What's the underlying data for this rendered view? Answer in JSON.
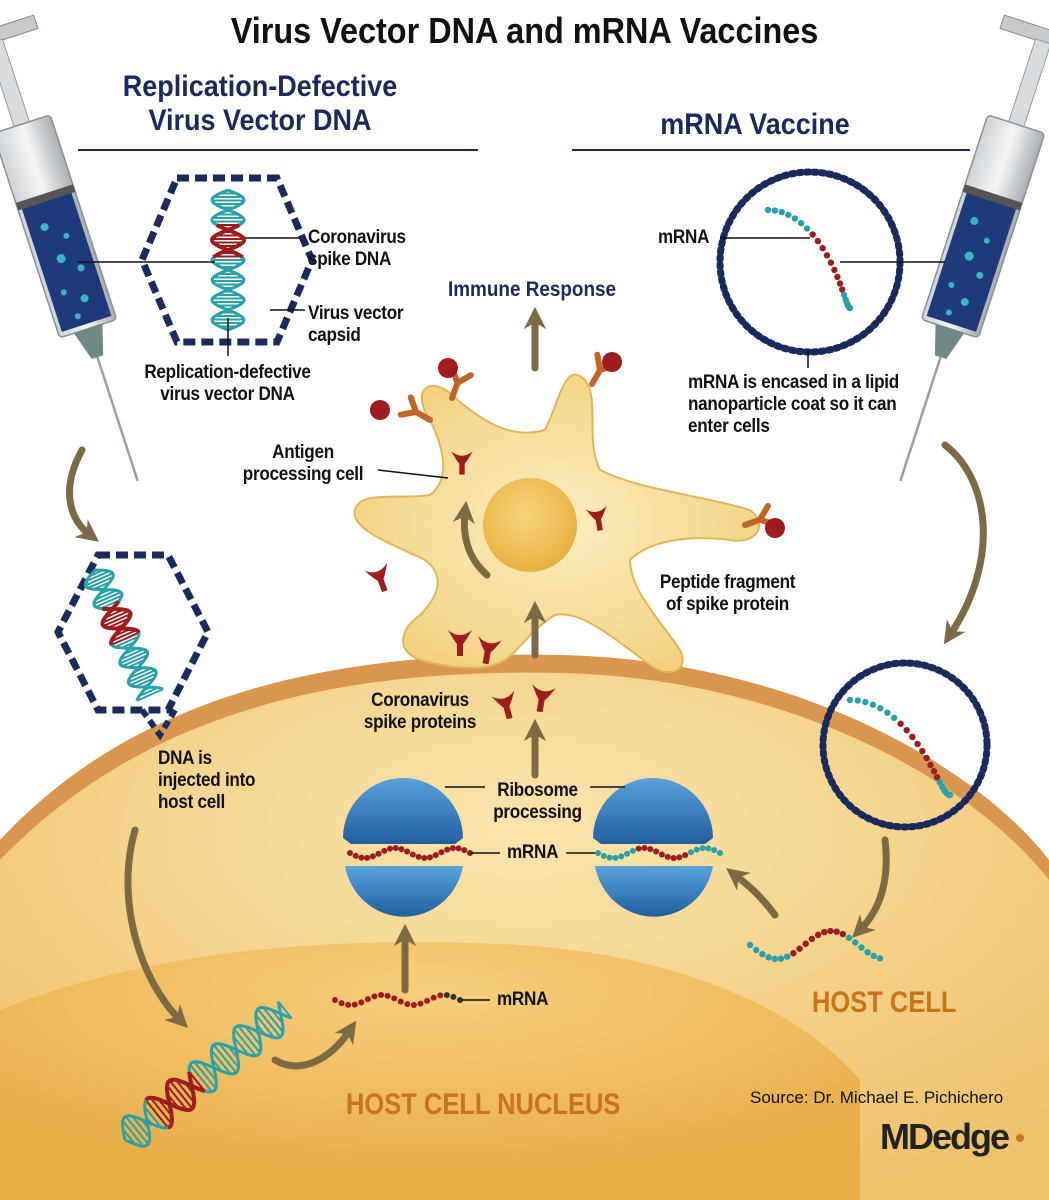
{
  "header": {
    "title": "Virus Vector DNA and mRNA Vaccines",
    "left_section": "Replication-Defective Virus Vector DNA",
    "right_section": "mRNA Vaccine"
  },
  "labels": {
    "coronavirus_spike_dna": "Coronavirus spike DNA",
    "virus_vector_capsid": "Virus vector capsid",
    "replication_defective_dna": "Replication-defective virus vector DNA",
    "mrna_top": "mRNA",
    "mrna_encased": "mRNA is encased in a lipid nanoparticle coat so it can enter cells",
    "immune_response": "Immune Response",
    "antigen_cell": "Antigen processing cell",
    "peptide_fragment": "Peptide fragment of spike protein",
    "spike_proteins": "Coronavirus spike proteins",
    "ribosome": "Ribosome processing",
    "mrna_ribosome": "mRNA",
    "dna_injected": "DNA is injected into host cell",
    "mrna_nucleus": "mRNA",
    "host_cell": "HOST CELL",
    "host_cell_nucleus": "HOST CELL NUCLEUS"
  },
  "footer": {
    "source": "Source: Dr. Michael E. Pichichero",
    "brand_md": "MD",
    "brand_edge": "edge"
  },
  "colors": {
    "navy": "#1a2a5c",
    "teal": "#2aa1a8",
    "dna_red": "#9e1b1e",
    "cell_tan": "#f5d48a",
    "membrane": "#d8964f",
    "ribosome_blue": "#2f7fc3",
    "arrow_olive": "#7d6a45",
    "label_orange": "#c8741a"
  }
}
